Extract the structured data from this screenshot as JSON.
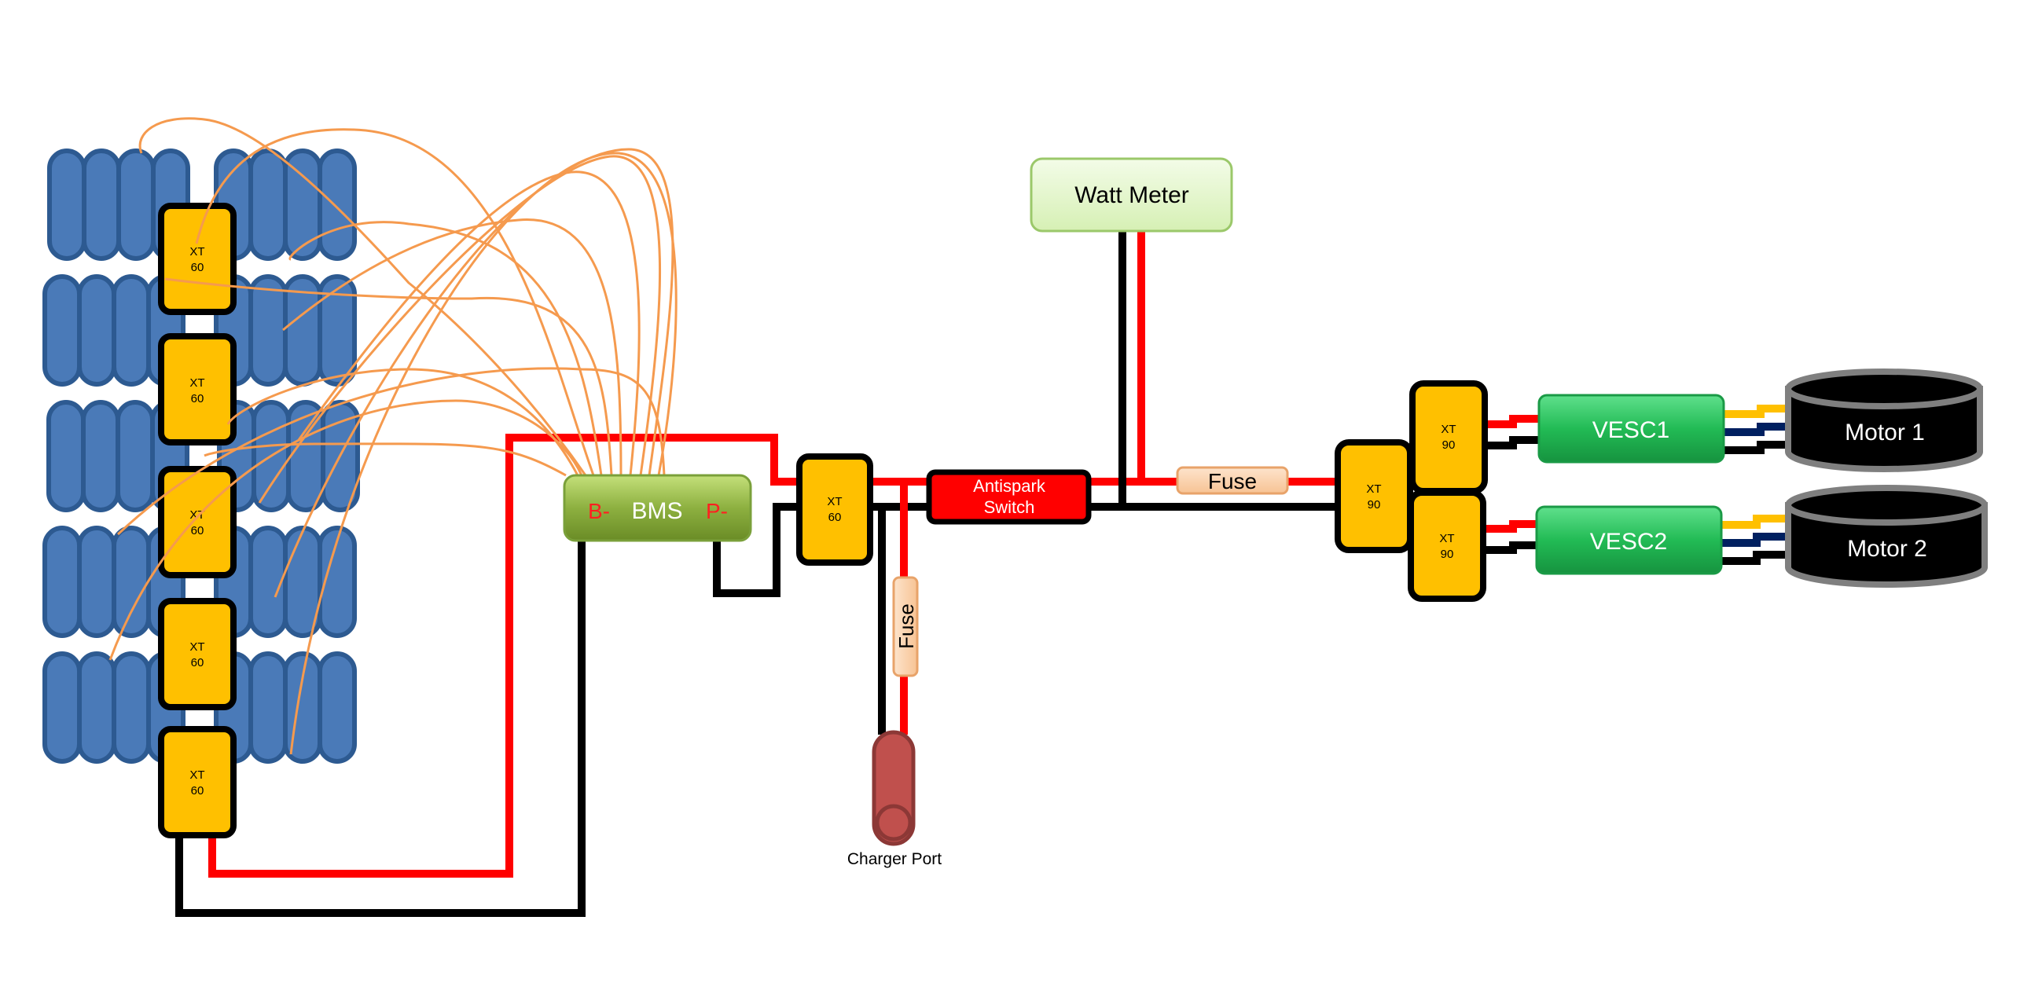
{
  "bms": {
    "label": "BMS",
    "bminus": "B-",
    "pminus": "P-"
  },
  "connectors": {
    "xt60_label": [
      "XT",
      "60"
    ],
    "xt90_label": [
      "XT",
      "90"
    ]
  },
  "antispark": {
    "line1": "Antispark",
    "line2": "Switch"
  },
  "watt_meter": {
    "label": "Watt Meter"
  },
  "fuse_main": {
    "label": "Fuse"
  },
  "fuse_charge": {
    "label": "Fuse"
  },
  "charger_port": {
    "label": "Charger Port"
  },
  "vesc1": {
    "label": "VESC1"
  },
  "vesc2": {
    "label": "VESC2"
  },
  "motor1": {
    "label": "Motor 1"
  },
  "motor2": {
    "label": "Motor 2"
  },
  "colors": {
    "cell": "#4a7ab8",
    "connector": "#ffc000",
    "positive_wire": "#ff0000",
    "negative_wire": "#000000",
    "balance_wire": "#f59a4e",
    "bms": "#8db040",
    "antispark": "#ff0000",
    "watt_meter": "#e6f7cf",
    "vesc": "#22bb55",
    "motor": "#000000"
  }
}
